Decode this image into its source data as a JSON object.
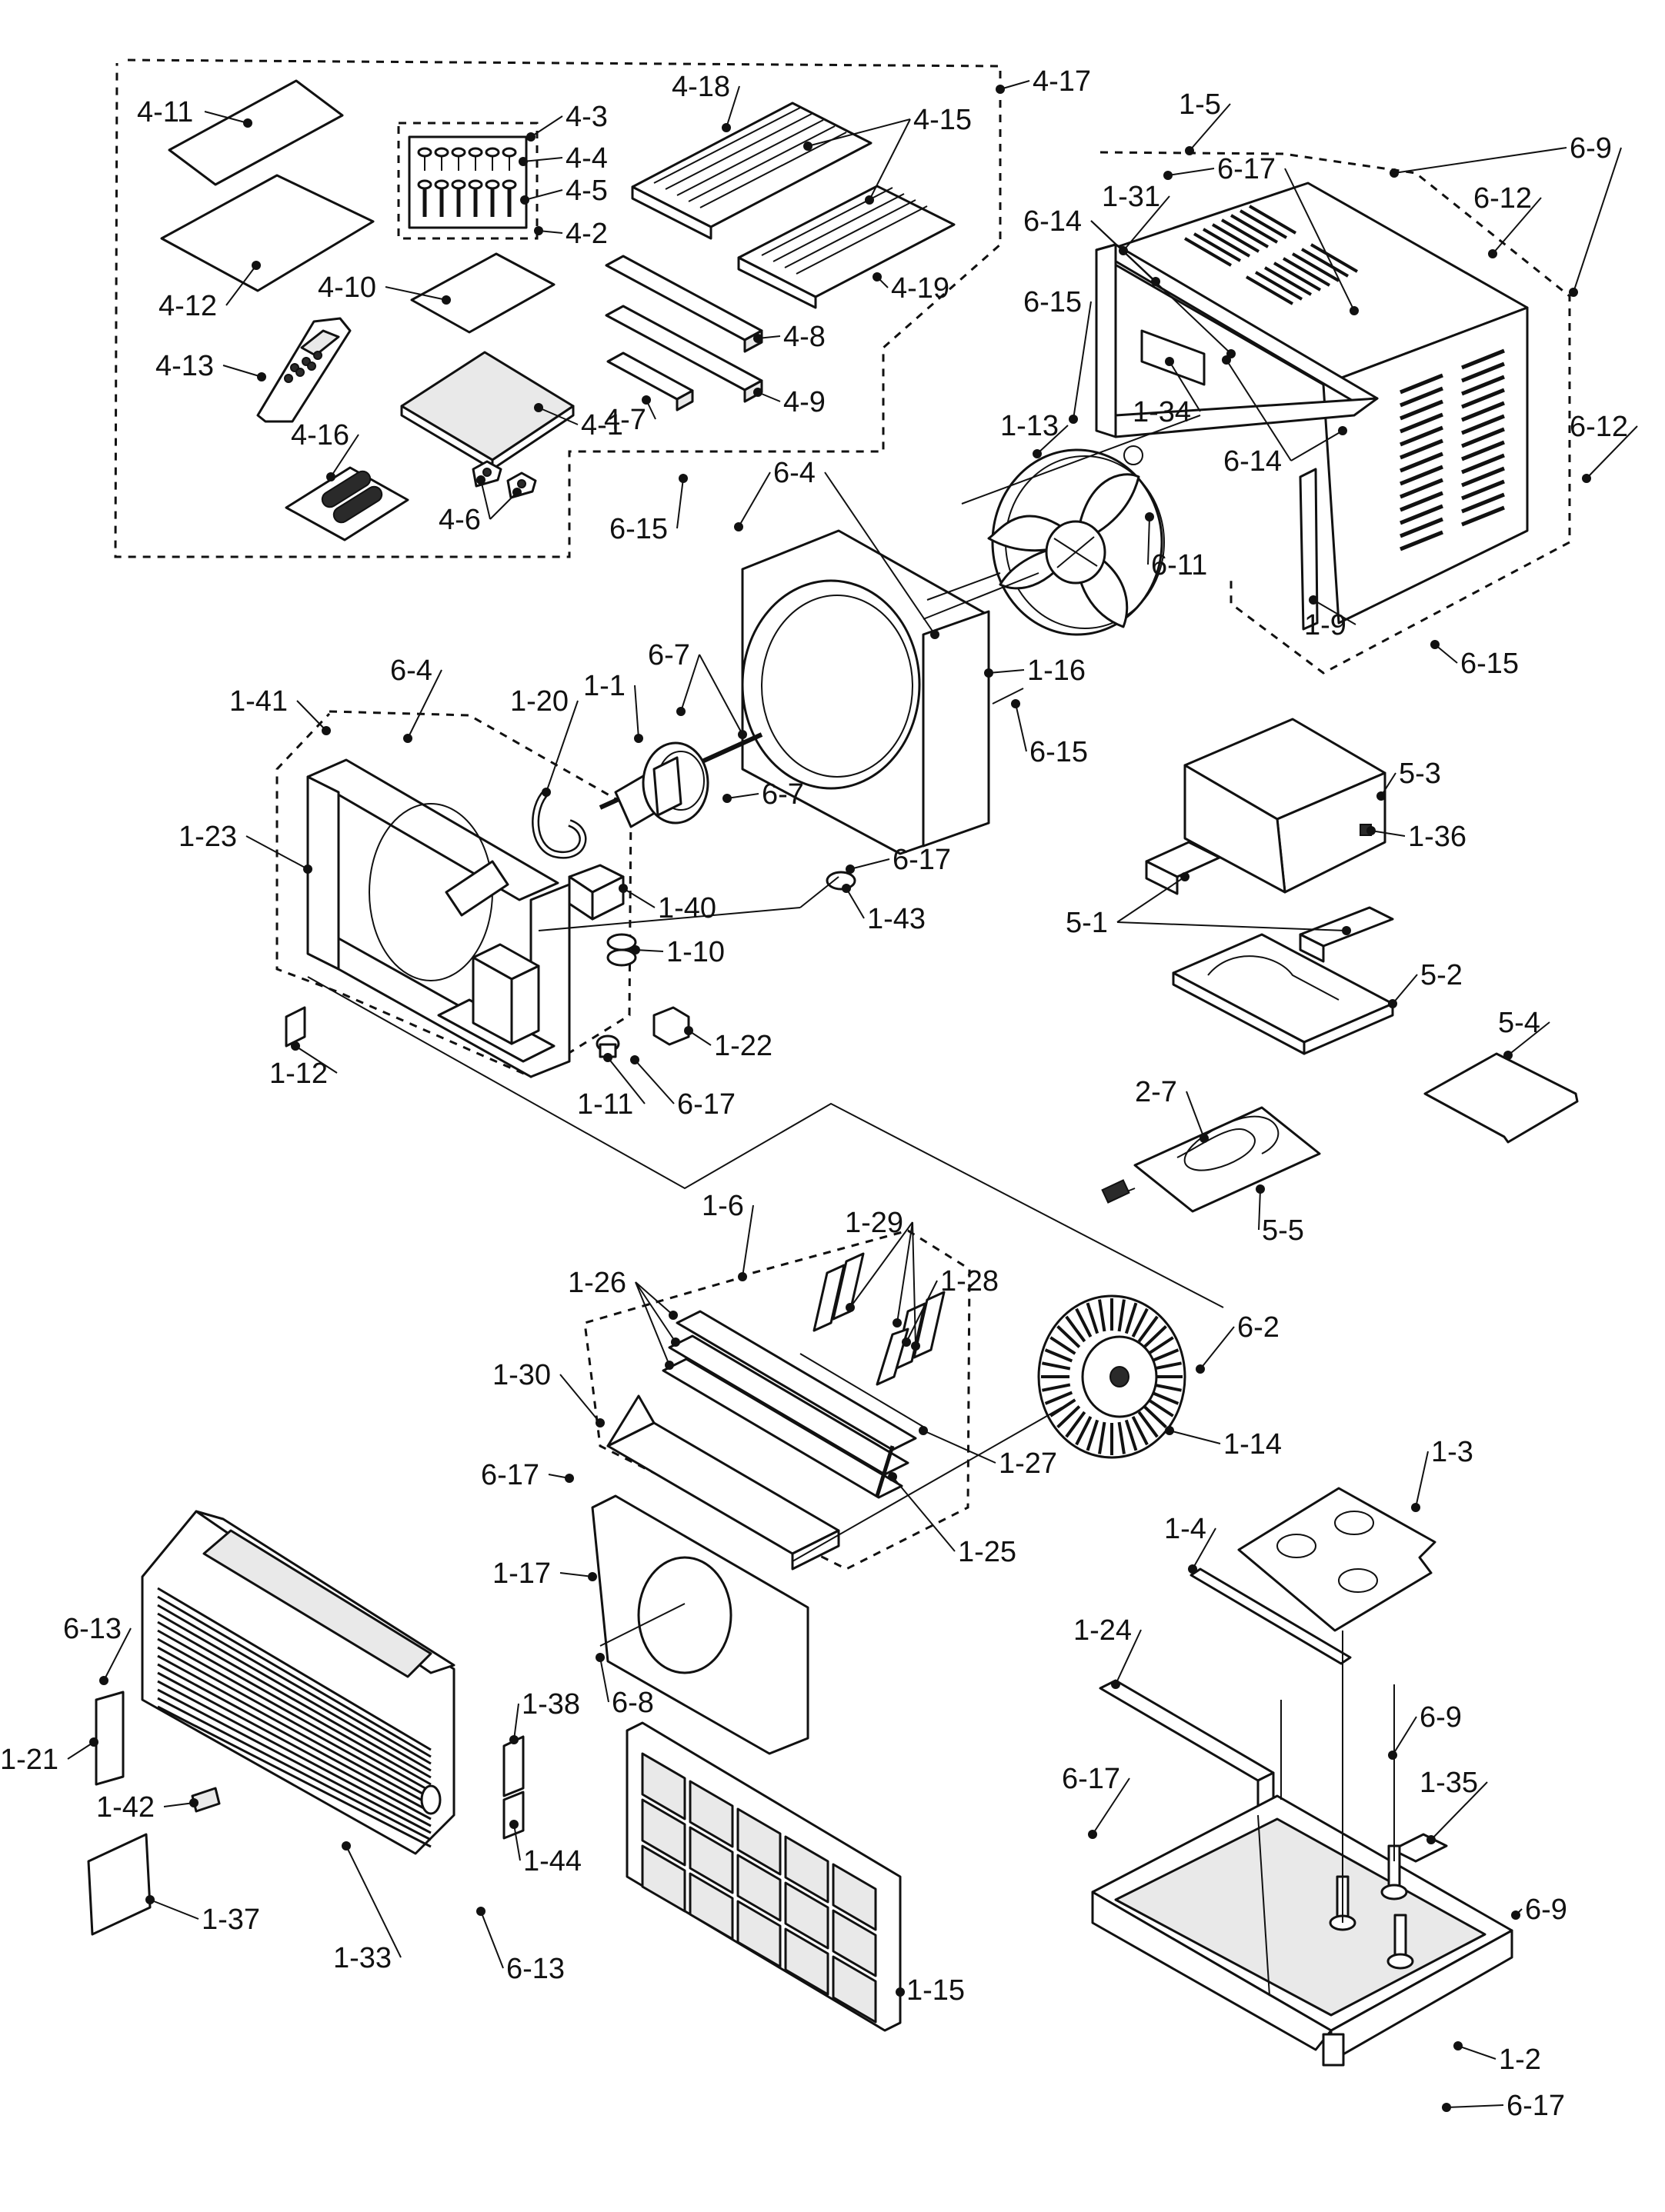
{
  "labels": [
    {
      "id": "4-17",
      "text": "4-17"
    },
    {
      "id": "4-18",
      "text": "4-18"
    },
    {
      "id": "4-15",
      "text": "4-15"
    },
    {
      "id": "4-19",
      "text": "4-19"
    },
    {
      "id": "4-11",
      "text": "4-11"
    },
    {
      "id": "4-3",
      "text": "4-3"
    },
    {
      "id": "4-4",
      "text": "4-4"
    },
    {
      "id": "4-5",
      "text": "4-5"
    },
    {
      "id": "4-2",
      "text": "4-2"
    },
    {
      "id": "4-12",
      "text": "4-12"
    },
    {
      "id": "4-10",
      "text": "4-10"
    },
    {
      "id": "4-13",
      "text": "4-13"
    },
    {
      "id": "4-8",
      "text": "4-8"
    },
    {
      "id": "4-9",
      "text": "4-9"
    },
    {
      "id": "4-7",
      "text": "4-7"
    },
    {
      "id": "4-1",
      "text": "4-1"
    },
    {
      "id": "4-16",
      "text": "4-16"
    },
    {
      "id": "4-6",
      "text": "4-6"
    },
    {
      "id": "1-5",
      "text": "1-5"
    },
    {
      "id": "6-9a",
      "text": "6-9"
    },
    {
      "id": "6-17a",
      "text": "6-17"
    },
    {
      "id": "1-31",
      "text": "1-31"
    },
    {
      "id": "6-12a",
      "text": "6-12"
    },
    {
      "id": "6-14a",
      "text": "6-14"
    },
    {
      "id": "6-15a",
      "text": "6-15"
    },
    {
      "id": "1-34",
      "text": "1-34"
    },
    {
      "id": "6-14b",
      "text": "6-14"
    },
    {
      "id": "6-12b",
      "text": "6-12"
    },
    {
      "id": "1-13",
      "text": "1-13"
    },
    {
      "id": "6-4a",
      "text": "6-4"
    },
    {
      "id": "6-15b",
      "text": "6-15"
    },
    {
      "id": "6-11",
      "text": "6-11"
    },
    {
      "id": "1-9",
      "text": "1-9"
    },
    {
      "id": "6-15c",
      "text": "6-15"
    },
    {
      "id": "6-7a",
      "text": "6-7"
    },
    {
      "id": "1-16",
      "text": "1-16"
    },
    {
      "id": "6-15d",
      "text": "6-15"
    },
    {
      "id": "1-41",
      "text": "1-41"
    },
    {
      "id": "6-4b",
      "text": "6-4"
    },
    {
      "id": "1-20",
      "text": "1-20"
    },
    {
      "id": "1-1",
      "text": "1-1"
    },
    {
      "id": "6-7b",
      "text": "6-7"
    },
    {
      "id": "1-23",
      "text": "1-23"
    },
    {
      "id": "6-17b",
      "text": "6-17"
    },
    {
      "id": "1-40",
      "text": "1-40"
    },
    {
      "id": "1-43",
      "text": "1-43"
    },
    {
      "id": "1-10",
      "text": "1-10"
    },
    {
      "id": "1-22",
      "text": "1-22"
    },
    {
      "id": "1-12",
      "text": "1-12"
    },
    {
      "id": "1-11",
      "text": "1-11"
    },
    {
      "id": "6-17c",
      "text": "6-17"
    },
    {
      "id": "5-3",
      "text": "5-3"
    },
    {
      "id": "1-36",
      "text": "1-36"
    },
    {
      "id": "5-1",
      "text": "5-1"
    },
    {
      "id": "5-2",
      "text": "5-2"
    },
    {
      "id": "5-4",
      "text": "5-4"
    },
    {
      "id": "2-7",
      "text": "2-7"
    },
    {
      "id": "5-5",
      "text": "5-5"
    },
    {
      "id": "1-6",
      "text": "1-6"
    },
    {
      "id": "1-29",
      "text": "1-29"
    },
    {
      "id": "1-26",
      "text": "1-26"
    },
    {
      "id": "1-28",
      "text": "1-28"
    },
    {
      "id": "6-2",
      "text": "6-2"
    },
    {
      "id": "1-30",
      "text": "1-30"
    },
    {
      "id": "1-14",
      "text": "1-14"
    },
    {
      "id": "1-27",
      "text": "1-27"
    },
    {
      "id": "6-17d",
      "text": "6-17"
    },
    {
      "id": "1-25",
      "text": "1-25"
    },
    {
      "id": "1-3",
      "text": "1-3"
    },
    {
      "id": "1-17",
      "text": "1-17"
    },
    {
      "id": "1-4",
      "text": "1-4"
    },
    {
      "id": "6-13a",
      "text": "6-13"
    },
    {
      "id": "1-24",
      "text": "1-24"
    },
    {
      "id": "6-8",
      "text": "6-8"
    },
    {
      "id": "1-38",
      "text": "1-38"
    },
    {
      "id": "1-21",
      "text": "1-21"
    },
    {
      "id": "6-9b",
      "text": "6-9"
    },
    {
      "id": "6-17e",
      "text": "6-17"
    },
    {
      "id": "1-35",
      "text": "1-35"
    },
    {
      "id": "1-42",
      "text": "1-42"
    },
    {
      "id": "1-44",
      "text": "1-44"
    },
    {
      "id": "1-37",
      "text": "1-37"
    },
    {
      "id": "1-33",
      "text": "1-33"
    },
    {
      "id": "6-13b",
      "text": "6-13"
    },
    {
      "id": "6-9c",
      "text": "6-9"
    },
    {
      "id": "1-15",
      "text": "1-15"
    },
    {
      "id": "1-2",
      "text": "1-2"
    },
    {
      "id": "6-17f",
      "text": "6-17"
    }
  ]
}
